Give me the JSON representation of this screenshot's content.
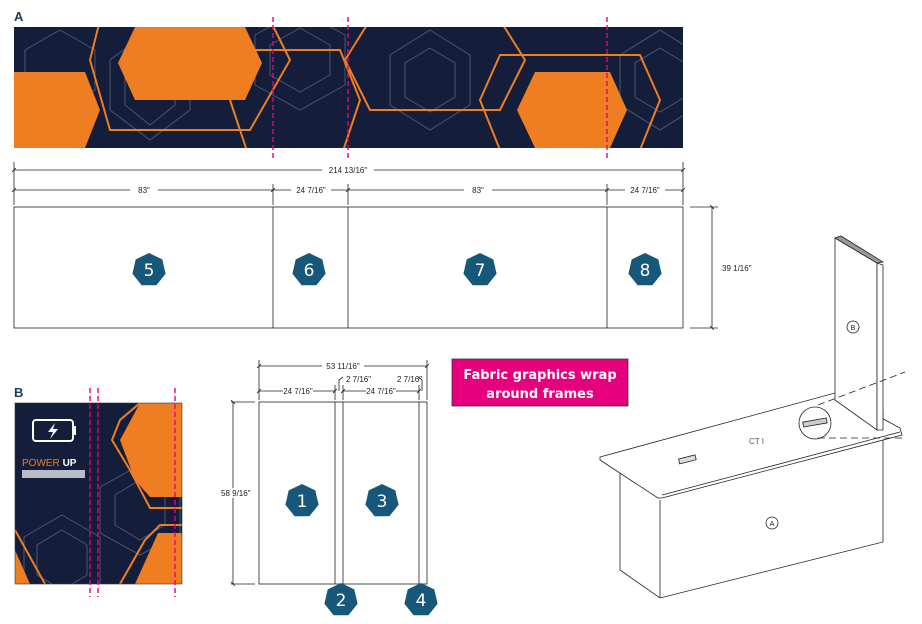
{
  "section_a": {
    "label": "A",
    "overall_width": "214 13/16\"",
    "segments": [
      "83\"",
      "24 7/16\"",
      "83\"",
      "24 7/16\""
    ],
    "height": "39 1/16\"",
    "panels": [
      "5",
      "6",
      "7",
      "8"
    ]
  },
  "section_b": {
    "label": "B",
    "graphic": {
      "title_word1": "POWER",
      "title_word2": "UP"
    },
    "overall_width": "53 11/16\"",
    "segments": [
      "24 7/16\"",
      "2 7/16\"",
      "24 7/16\"",
      "2 7/16\""
    ],
    "height": "58 9/16\"",
    "panels": [
      "1",
      "2",
      "3",
      "4"
    ]
  },
  "callout": {
    "line1": "Fabric graphics wrap",
    "line2": "around frames"
  },
  "isometric": {
    "label_a": "A",
    "label_b": "B",
    "label_ct": "CT I"
  },
  "colors": {
    "navy": "#141d3a",
    "orange": "#ef7d22",
    "magenta": "#e6007e",
    "badge": "#17587a"
  }
}
